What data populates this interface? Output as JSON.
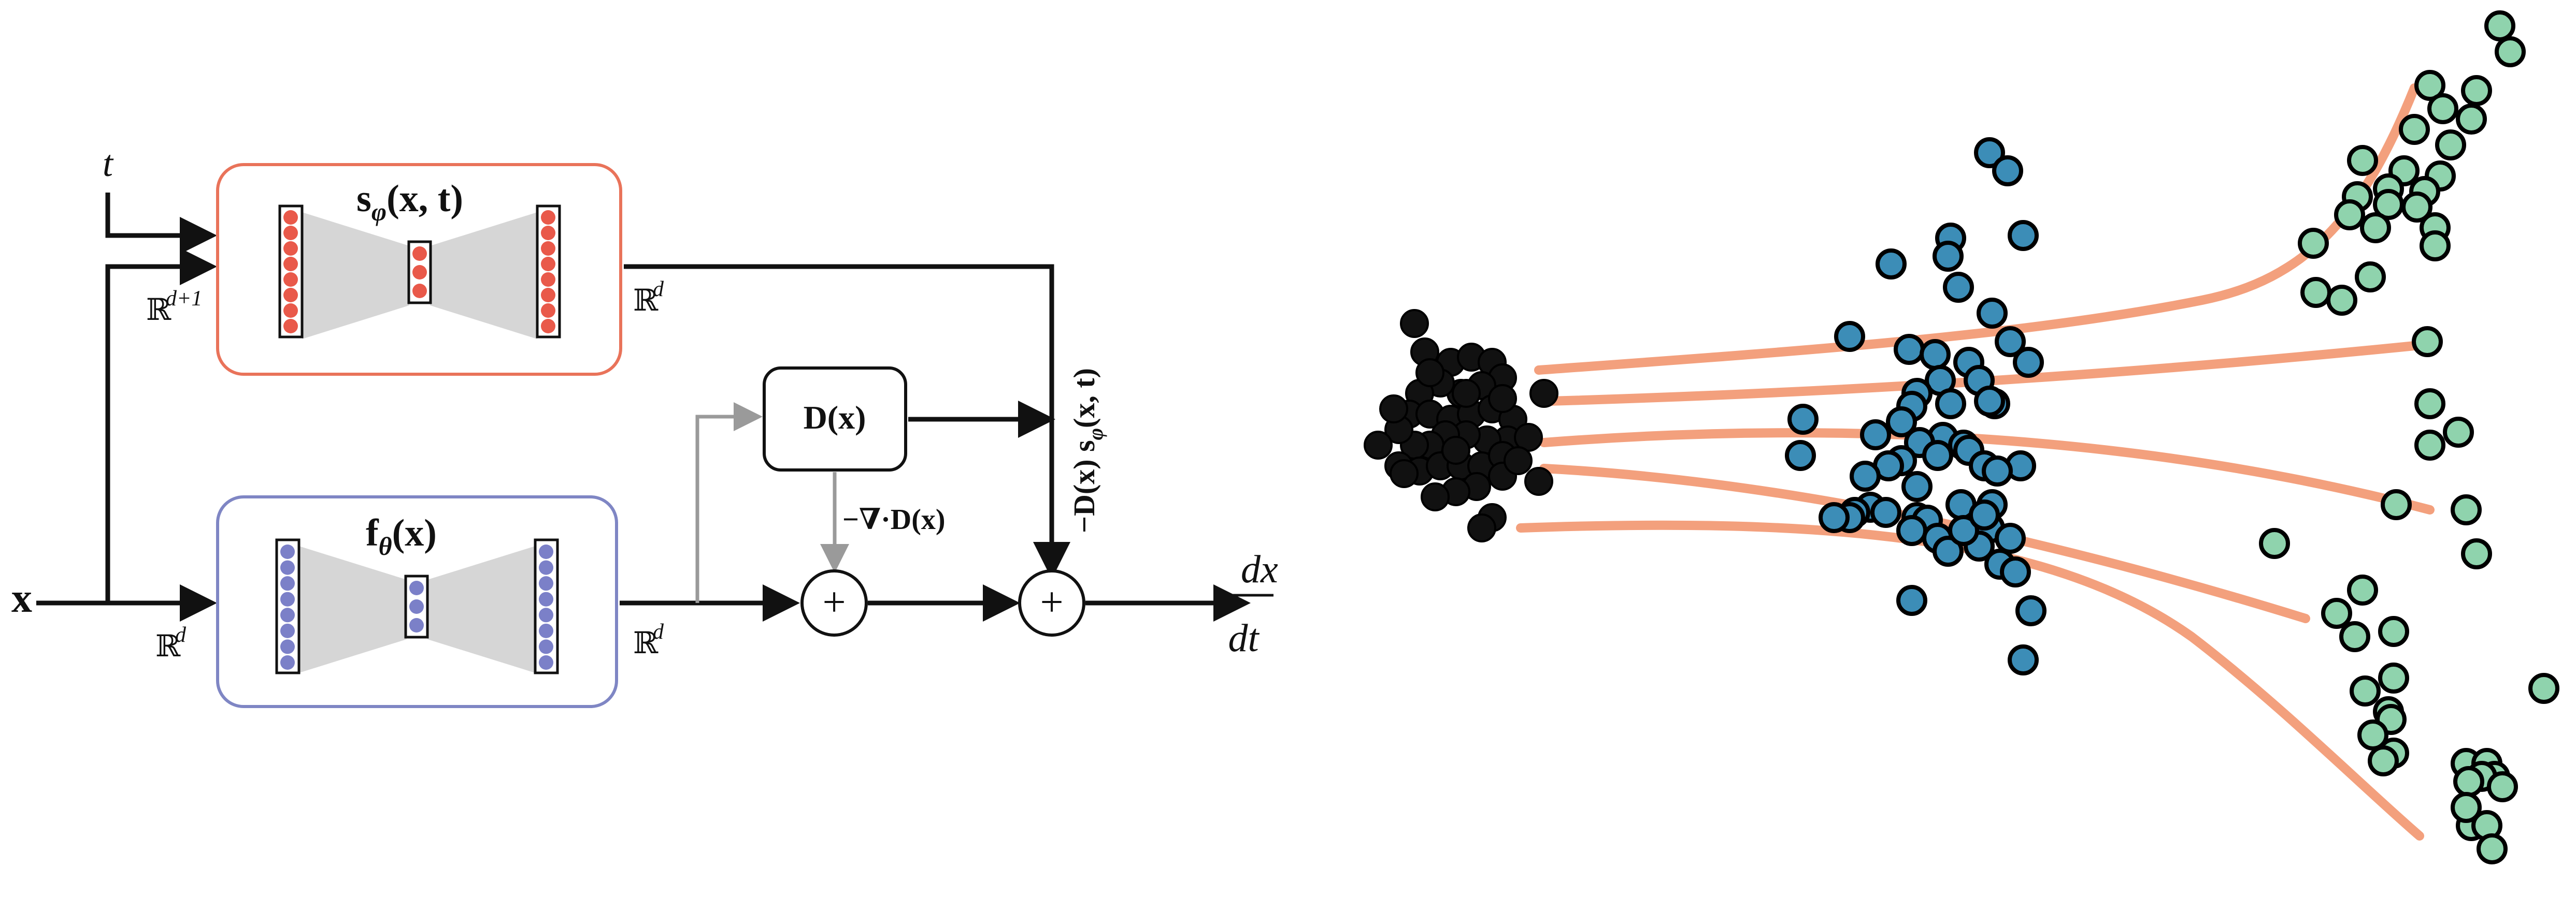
{
  "colors": {
    "score_box": "#e9735a",
    "velocity_box": "#7f86c4",
    "score_neuron": "#e9594a",
    "velocity_neuron": "#7b80c8",
    "bottleneck_fill": "#d6d6d6",
    "divergence_arrow": "#9a9a9a",
    "trajectory": "#f3a07d",
    "source_points": "#111111",
    "intermediate_points": "#3c8db7",
    "target_points": "#8fd3ad"
  },
  "labels": {
    "input_t": "t",
    "input_x": "x",
    "score_net": "s",
    "score_net_sub": "φ",
    "score_net_args": "(x, t)",
    "velocity_net": "f",
    "velocity_net_sub": "θ",
    "velocity_net_args": "(x)",
    "dim_d_plus_1_base": "ℝ",
    "dim_d_plus_1_sup": "d+1",
    "dim_d_base": "ℝ",
    "dim_d_sup": "d",
    "diffusion_block": "D(x)",
    "divergence_term": "−∇·D(x)",
    "score_term": "−D(x) s",
    "score_term_sub": "φ",
    "score_term_args": "(x, t)",
    "plus": "+",
    "output_numerator": "dx",
    "output_denominator": "dt"
  }
}
